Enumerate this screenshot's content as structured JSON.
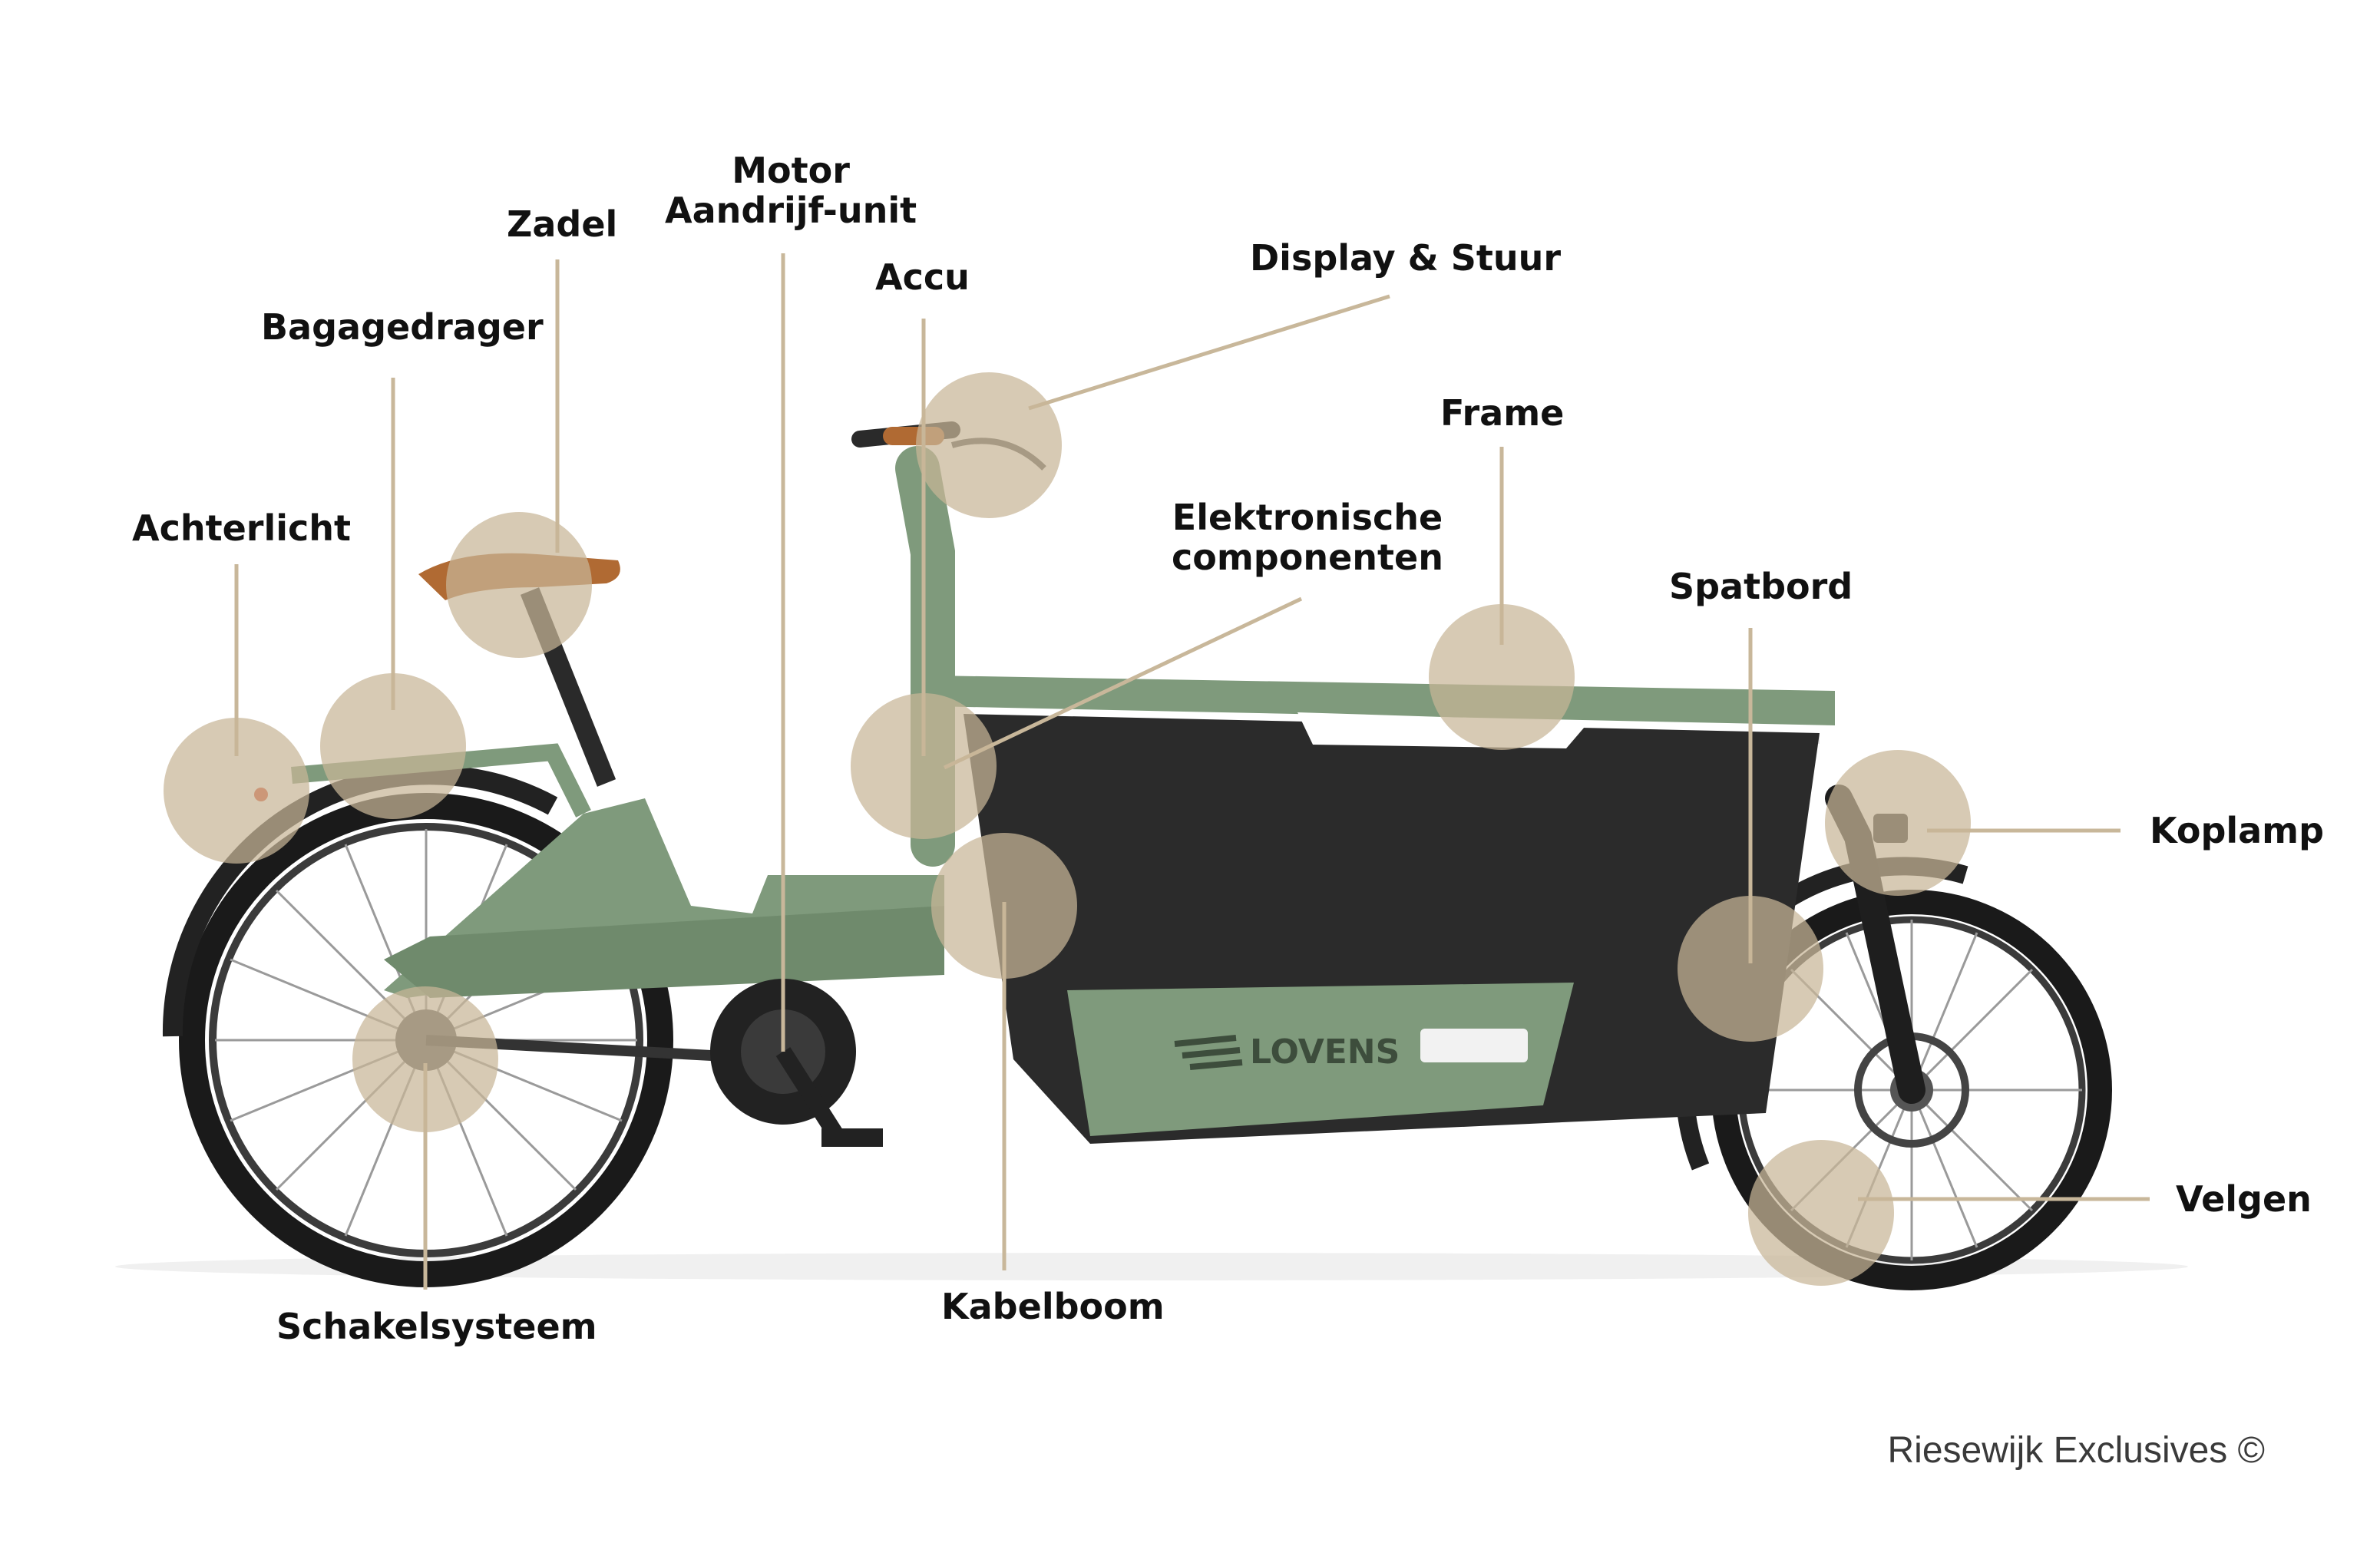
{
  "colors": {
    "leader": "#c8b79a",
    "marker": "#c7b697",
    "frame": "#7f9a7c",
    "frame_dark": "#5f765d",
    "box": "#2b2b2b",
    "tire": "#1a1a1a",
    "saddle": "#b06a33"
  },
  "brand": "LOVENS",
  "labels": {
    "achterlicht": "Achterlicht",
    "bagagedrager": "Bagagedrager",
    "zadel": "Zadel",
    "motor_line1": "Motor",
    "motor_line2": "Aandrijf-unit",
    "accu": "Accu",
    "display": "Display & Stuur",
    "frame": "Frame",
    "elektronische_line1": "Elektronische",
    "elektronische_line2": "componenten",
    "spatbord": "Spatbord",
    "koplamp": "Koplamp",
    "velgen": "Velgen",
    "kabelboom": "Kabelboom",
    "schakelsysteem": "Schakelsysteem"
  },
  "credit": "Riesewijk Exclusives ©"
}
